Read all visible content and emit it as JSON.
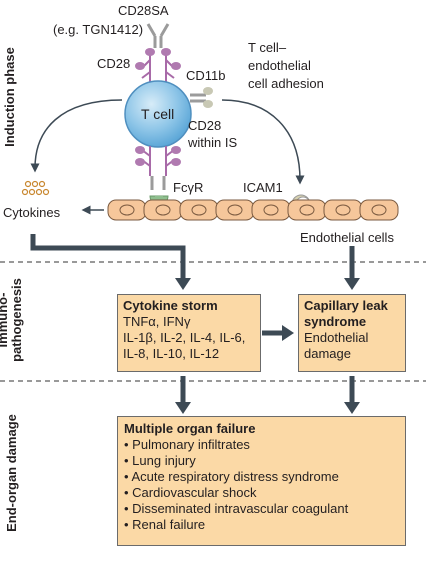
{
  "phases": {
    "induction": "Induction phase",
    "immuno_line1": "Immuno-",
    "immuno_line2": "pathogenesis",
    "end_organ": "End-organ damage"
  },
  "labels": {
    "cd28sa": "CD28SA",
    "tgn": "(e.g. TGN1412)",
    "cd28": "CD28",
    "tcell": "T cell",
    "cd11b": "CD11b",
    "cd28_within_1": "CD28",
    "cd28_within_2": "within IS",
    "adhesion_1": "T cell–",
    "adhesion_2": "endothelial",
    "adhesion_3": "cell adhesion",
    "fcgr": "FcγR",
    "icam1": "ICAM1",
    "cytokines": "Cytokines",
    "endothelial_cells": "Endothelial cells"
  },
  "cytokine_storm": {
    "title": "Cytokine storm",
    "lines": [
      "TNFα, IFNγ",
      "IL-1β, IL-2, IL-4, IL-6,",
      "IL-8, IL-10, IL-12"
    ]
  },
  "capillary_leak": {
    "title_1": "Capillary leak",
    "title_2": "syndrome",
    "lines": [
      "Endothelial",
      "damage"
    ]
  },
  "organ_failure": {
    "title": "Multiple organ failure",
    "items": [
      "• Pulmonary infiltrates",
      "• Lung injury",
      "• Acute respiratory distress syndrome",
      "• Cardiovascular shock",
      "• Disseminated intravascular coagulant",
      "• Renal failure"
    ]
  },
  "colors": {
    "box_fill": "#fbd9a6",
    "cell_fill": "#f6c79b",
    "tcell_fill": "#8fc6e8",
    "receptor": "#b07ab0",
    "arrow": "#3d4a55"
  }
}
